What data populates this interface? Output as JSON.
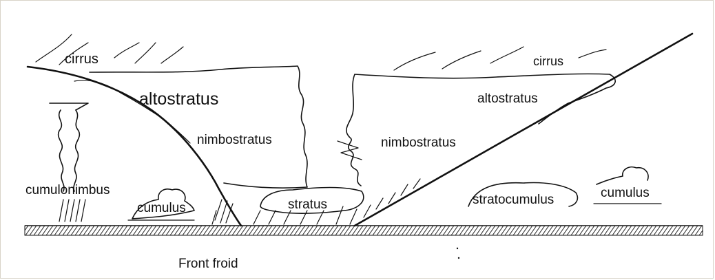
{
  "diagram": {
    "caption": "Front froid",
    "labels": {
      "cirrus_left": "cirrus",
      "cirrus_right": "cirrus",
      "altostratus_left": "altostratus",
      "altostratus_right": "altostratus",
      "nimbostratus_left": "nimbostratus",
      "nimbostratus_right": "nimbostratus",
      "cumulonimbus": "cumulonimbus",
      "cumulus_left": "cumulus",
      "cumulus_right": "cumulus",
      "stratus": "stratus",
      "stratocumulus": "stratocumulus"
    },
    "colors": {
      "ink": "#111111",
      "background": "#ffffff",
      "border": "#d8d3c8"
    }
  }
}
